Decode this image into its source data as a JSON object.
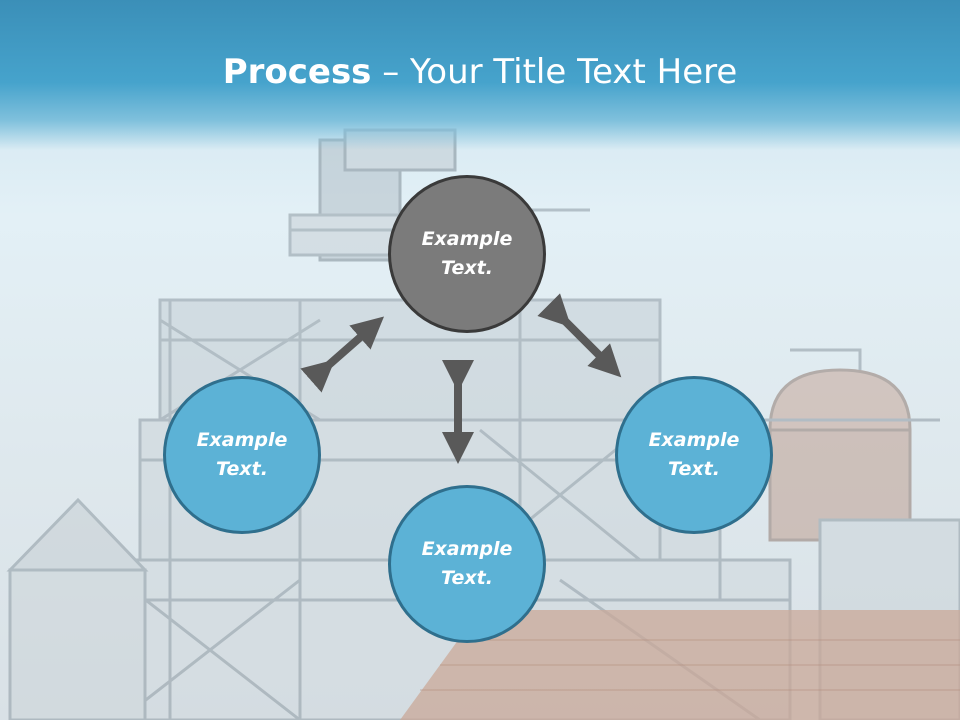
{
  "title": {
    "bold": "Process",
    "rest": " – Your Title Text Here"
  },
  "nodes": {
    "top": "Example Text.",
    "left": "Example Text.",
    "right": "Example Text.",
    "bottom": "Example Text."
  },
  "colors": {
    "header": "#46a3cc",
    "node_dark": "#7b7b7b",
    "node_blue": "#5cb2d6",
    "arrow": "#595959"
  }
}
